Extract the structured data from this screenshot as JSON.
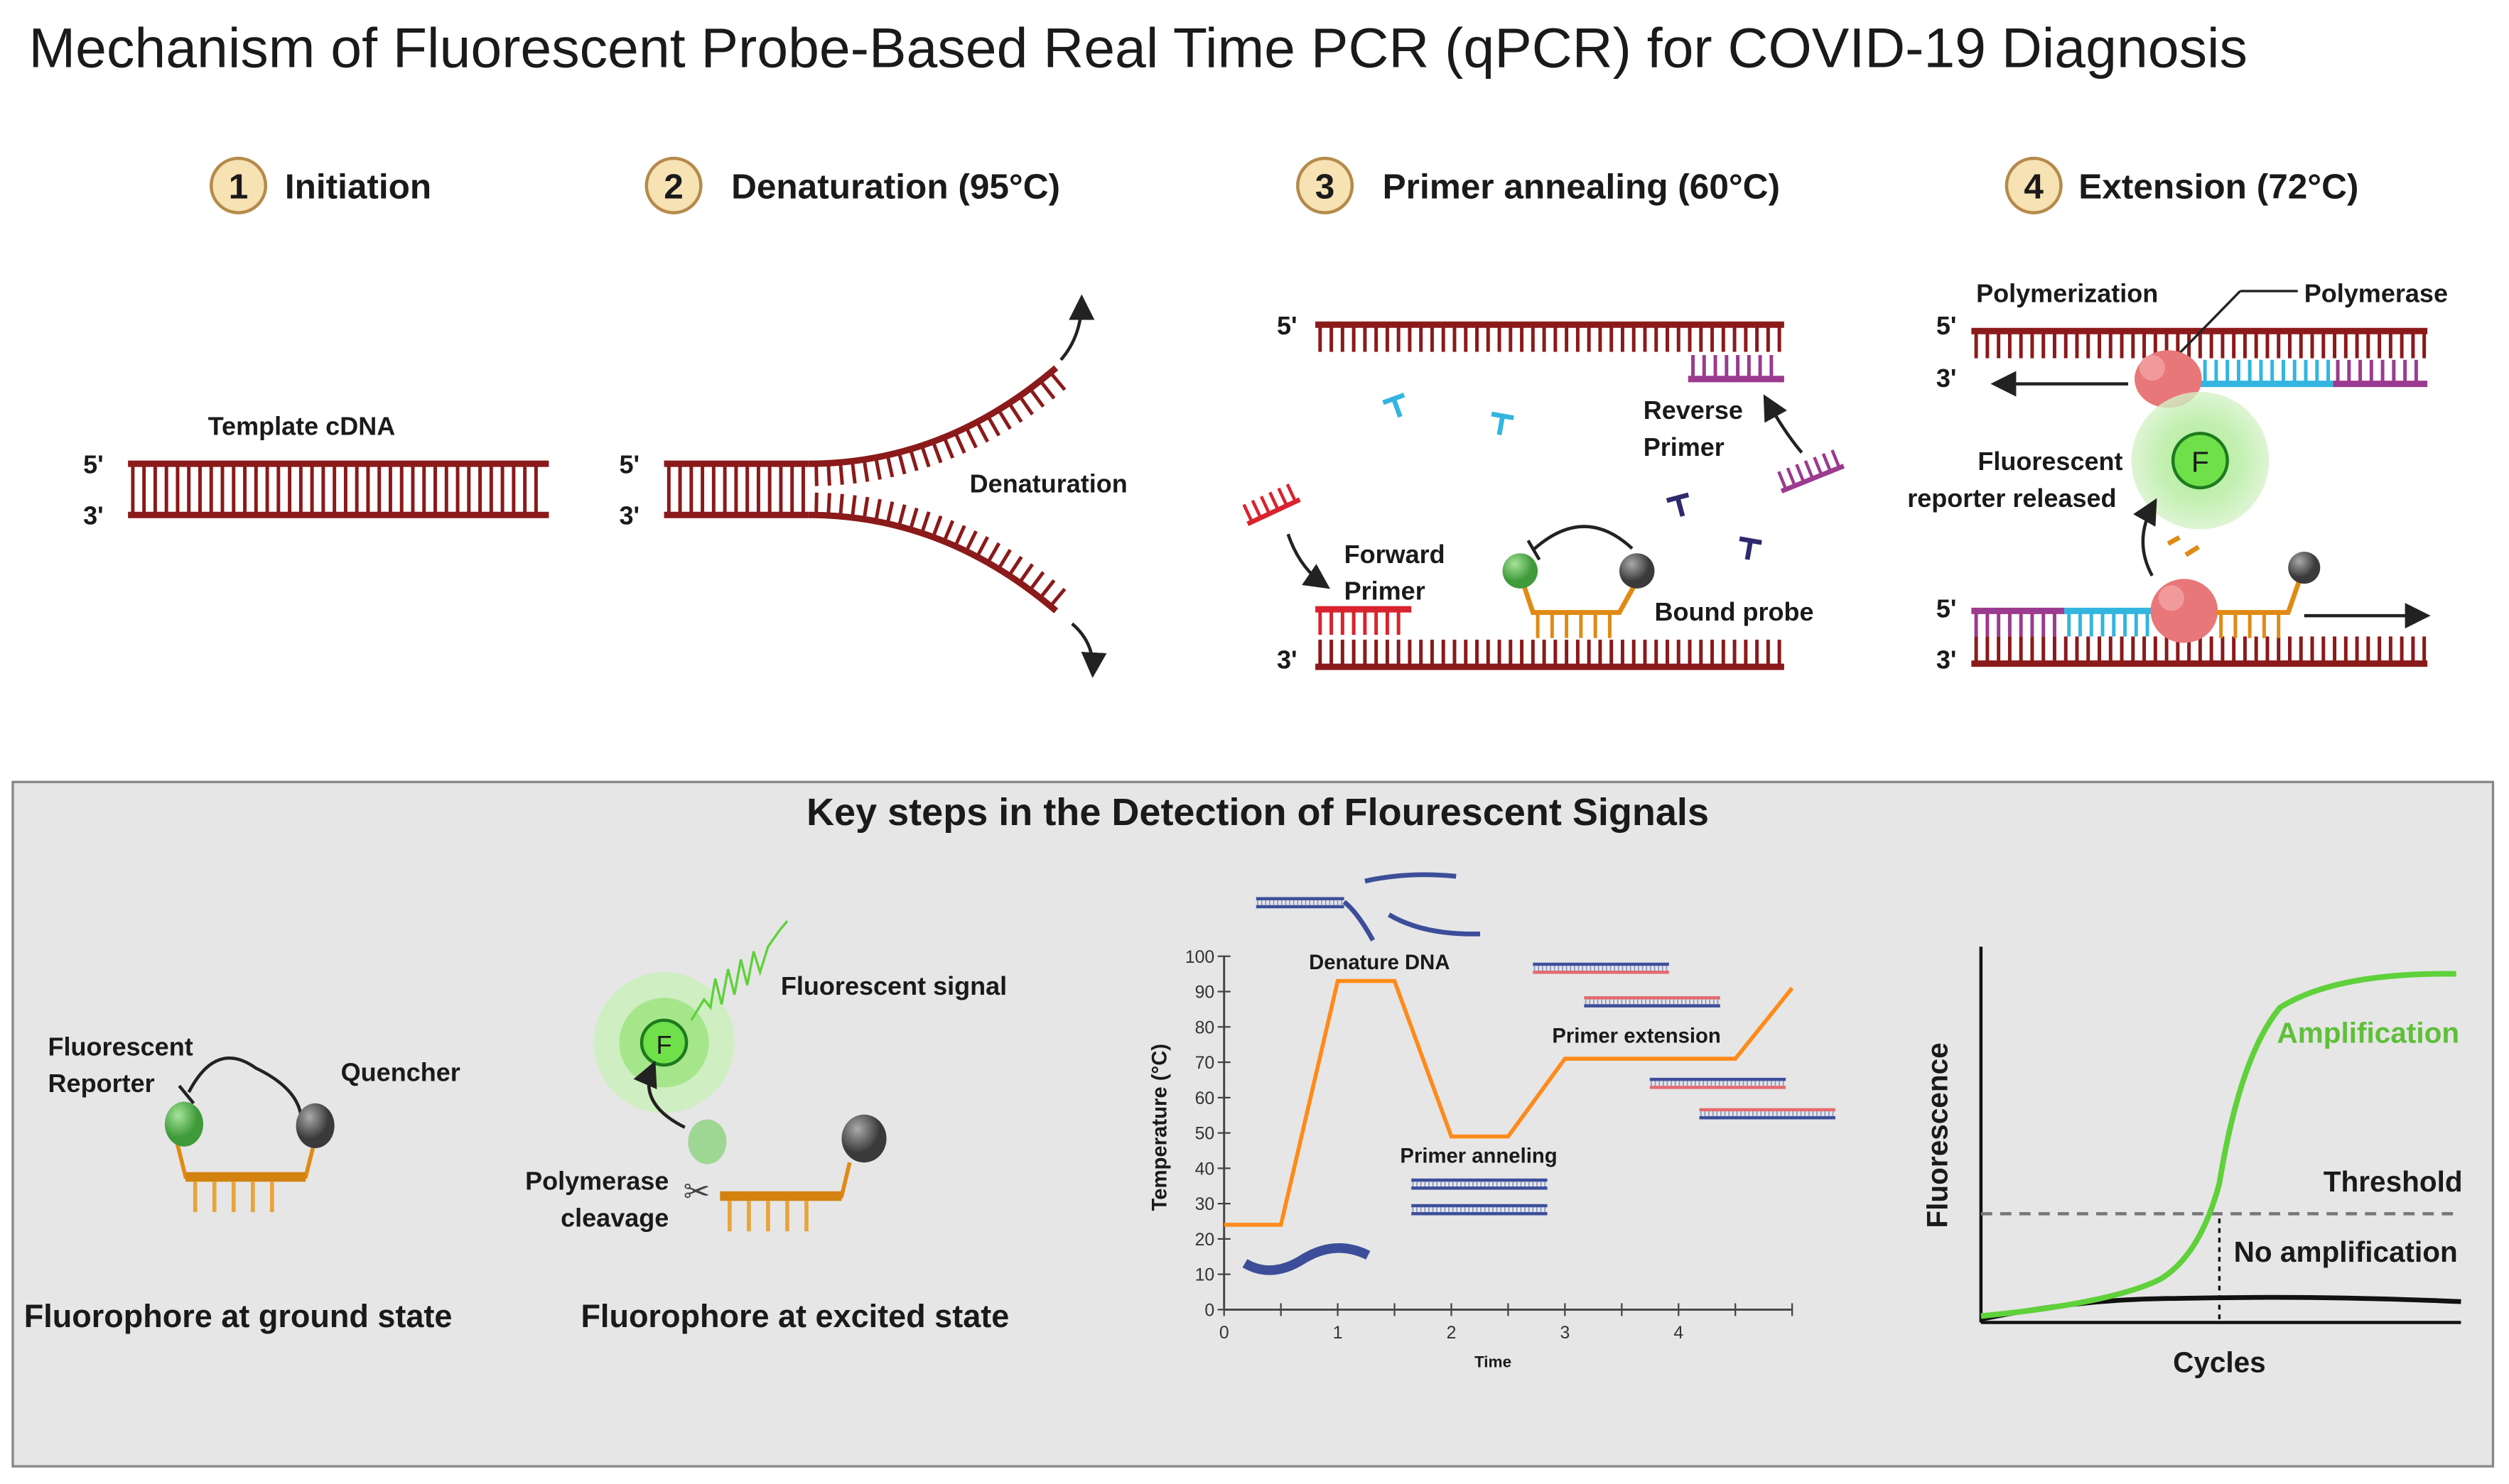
{
  "title": "Mechanism of Fluorescent Probe-Based Real Time PCR (qPCR) for COVID-19 Diagnosis",
  "steps": [
    {
      "num": "1",
      "label": "Initiation"
    },
    {
      "num": "2",
      "label": "Denaturation (95°C)"
    },
    {
      "num": "3",
      "label": "Primer annealing (60°C)"
    },
    {
      "num": "4",
      "label": "Extension (72°C)"
    }
  ],
  "step1": {
    "template": "Template cDNA",
    "five": "5'",
    "three": "3'"
  },
  "step2": {
    "denaturation": "Denaturation",
    "five": "5'",
    "three": "3'"
  },
  "step3": {
    "reverse_primer": [
      "Reverse",
      "Primer"
    ],
    "forward_primer": [
      "Forward",
      "Primer"
    ],
    "bound_probe": "Bound probe",
    "five": "5'",
    "three": "3'"
  },
  "step4": {
    "polymerization": "Polymerization",
    "polymerase": "Polymerase",
    "reporter": [
      "Fluorescent",
      "reporter released"
    ],
    "f": "F",
    "five_top": "5'",
    "three_top": "3'",
    "five_bot": "5'",
    "three_bot": "3'"
  },
  "panel": {
    "title": "Key steps in the Detection of Flourescent  Signals",
    "ground": {
      "reporter": [
        "Fluorescent",
        "Reporter"
      ],
      "quencher": "Quencher",
      "caption": "Fluorophore at ground state"
    },
    "excited": {
      "signal": "Fluorescent signal",
      "f": "F",
      "cleavage": [
        "Polymerase",
        "cleavage"
      ],
      "caption": "Fluorophore at excited state"
    }
  },
  "colors": {
    "dna": "#8b1a1a",
    "primer_red": "#d9232e",
    "primer_purple": "#9b3b8f",
    "blue": "#33b5e0",
    "probe": "#e08a14",
    "green": "#5fd13a",
    "orange_line": "#ff8a1a"
  },
  "chart_data": [
    {
      "type": "line",
      "title": "",
      "xlabel": "Time",
      "ylabel": "Temperature (°C)",
      "xlim": [
        0,
        5
      ],
      "ylim": [
        0,
        100
      ],
      "xticks": [
        "0",
        "1",
        "2",
        "3",
        "4"
      ],
      "yticks": [
        "0",
        "10",
        "20",
        "30",
        "40",
        "50",
        "60",
        "70",
        "80",
        "90",
        "100"
      ],
      "x": [
        0,
        0.5,
        1,
        1.5,
        2,
        2.5,
        3,
        4.5,
        5
      ],
      "y": [
        24,
        24,
        93,
        93,
        49,
        49,
        71,
        71,
        91
      ],
      "annotations": [
        "Denature DNA",
        "Primer anneling",
        "Primer extension"
      ]
    },
    {
      "type": "line",
      "xlabel": "Cycles",
      "ylabel": "Fluorescence",
      "series": [
        {
          "name": "Amplification",
          "shape": "sigmoid"
        },
        {
          "name": "No amplification",
          "shape": "flat"
        }
      ],
      "threshold_label": "Threshold"
    }
  ]
}
